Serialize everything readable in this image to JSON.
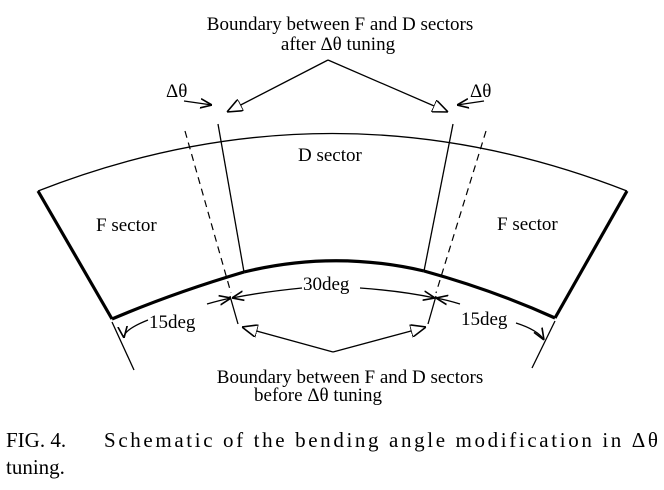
{
  "top_annotation": {
    "line1": "Boundary between F and D sectors",
    "line2": "after Δθ tuning"
  },
  "bottom_annotation": {
    "line1": "Boundary between F and D sectors",
    "line2": "before Δθ tuning"
  },
  "delta_theta_left": "Δθ",
  "delta_theta_right": "Δθ",
  "sectors": {
    "left": "F sector",
    "center": "D sector",
    "right": "F sector"
  },
  "angles": {
    "left": "15deg",
    "center": "30deg",
    "right": "15deg"
  },
  "caption": {
    "label": "FIG. 4.",
    "text_line1": "Schematic of the bending angle modification in Δθ",
    "text_line2": "tuning."
  }
}
